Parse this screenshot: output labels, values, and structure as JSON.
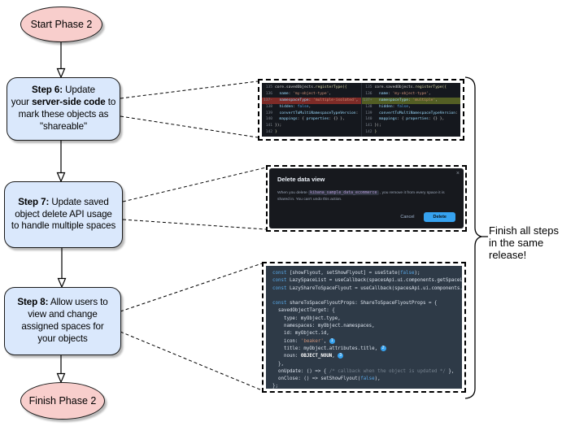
{
  "colors": {
    "step_fill": "#DAE8FC",
    "terminal_fill": "#F8CECC",
    "primary_button": "#36A2EF",
    "diff_removed_bg": "#7E2B27",
    "diff_added_bg": "#535E24",
    "badge": "#36A2EF"
  },
  "flowchart": {
    "start_label": "Start Phase 2",
    "finish_label": "Finish Phase 2",
    "steps": [
      {
        "lines": [
          [
            {
              "t": "Step 6:",
              "b": 1
            },
            {
              "t": " Update",
              "b": 0
            }
          ],
          [
            {
              "t": "your ",
              "b": 0
            },
            {
              "t": "server-side code",
              "b": 1
            },
            {
              "t": " to",
              "b": 0
            }
          ],
          [
            {
              "t": "mark these objects as",
              "b": 0
            }
          ],
          [
            {
              "t": "\"shareable\"",
              "b": 0
            }
          ]
        ]
      },
      {
        "lines": [
          [
            {
              "t": "Step 7:",
              "b": 1
            },
            {
              "t": " Update saved",
              "b": 0
            }
          ],
          [
            {
              "t": "object delete API usage",
              "b": 0
            }
          ],
          [
            {
              "t": "to handle multiple spaces",
              "b": 0
            }
          ]
        ]
      },
      {
        "lines": [
          [
            {
              "t": "Step 8:",
              "b": 1
            },
            {
              "t": " Allow users to",
              "b": 0
            }
          ],
          [
            {
              "t": "view and change",
              "b": 0
            }
          ],
          [
            {
              "t": "assigned spaces for",
              "b": 0
            }
          ],
          [
            {
              "t": "your objects",
              "b": 0
            }
          ]
        ]
      }
    ],
    "note_lines": [
      "Finish all steps",
      "in the same",
      "release!"
    ]
  },
  "diff": {
    "left": {
      "rows": [
        {
          "n": "135",
          "tokens": [
            {
              "t": "core.savedObjects.",
              "c": "fg"
            },
            {
              "t": "registerType",
              "c": "fn"
            },
            {
              "t": "({",
              "c": "fn"
            }
          ]
        },
        {
          "n": "136",
          "tokens": [
            {
              "t": "  name",
              "c": "prop"
            },
            {
              "t": ": ",
              "c": "fg"
            },
            {
              "t": "'my-object-type'",
              "c": "str"
            },
            {
              "t": ",",
              "c": "fg"
            }
          ]
        },
        {
          "n": "137-",
          "hl": "removed",
          "tokens": [
            {
              "t": "  namespaceType",
              "c": "prop"
            },
            {
              "t": ": ",
              "c": "fg"
            },
            {
              "t": "'multiple-isolated'",
              "c": "str"
            },
            {
              "t": ",",
              "c": "fg"
            }
          ]
        },
        {
          "n": "138",
          "tokens": [
            {
              "t": "  hidden",
              "c": "prop"
            },
            {
              "t": ": ",
              "c": "fg"
            },
            {
              "t": "false",
              "c": "kw"
            },
            {
              "t": ",",
              "c": "fg"
            }
          ]
        },
        {
          "n": "139",
          "tokens": [
            {
              "t": "  convertToMultiNamespaceTypeVersion",
              "c": "prop"
            },
            {
              "t": ": '",
              "c": "fg"
            }
          ]
        },
        {
          "n": "140",
          "tokens": [
            {
              "t": "  mappings",
              "c": "prop"
            },
            {
              "t": ": { ",
              "c": "fg"
            },
            {
              "t": "properties",
              "c": "prop"
            },
            {
              "t": ": {} },",
              "c": "fg"
            }
          ]
        },
        {
          "n": "141",
          "tokens": [
            {
              "t": "});",
              "c": "fg"
            }
          ]
        },
        {
          "n": "142",
          "tokens": [
            {
              "t": "}",
              "c": "fn"
            }
          ]
        }
      ]
    },
    "right": {
      "rows": [
        {
          "n": "135",
          "tokens": [
            {
              "t": "core.savedObjects.",
              "c": "fg"
            },
            {
              "t": "registerType",
              "c": "fn"
            },
            {
              "t": "({",
              "c": "fn"
            }
          ]
        },
        {
          "n": "136",
          "tokens": [
            {
              "t": "  name",
              "c": "prop"
            },
            {
              "t": ": ",
              "c": "fg"
            },
            {
              "t": "'my-object-type'",
              "c": "str"
            },
            {
              "t": ",",
              "c": "fg"
            }
          ]
        },
        {
          "n": "137+",
          "hl": "added",
          "tokens": [
            {
              "t": "  namespaceType",
              "c": "prop"
            },
            {
              "t": ": ",
              "c": "fg"
            },
            {
              "t": "'multiple'",
              "c": "str"
            },
            {
              "t": ",",
              "c": "fg"
            }
          ]
        },
        {
          "n": "138",
          "tokens": [
            {
              "t": "  hidden",
              "c": "prop"
            },
            {
              "t": ": ",
              "c": "fg"
            },
            {
              "t": "false",
              "c": "kw"
            },
            {
              "t": ",",
              "c": "fg"
            }
          ]
        },
        {
          "n": "139",
          "tokens": [
            {
              "t": "  convertToMultiNamespaceTypeVersion",
              "c": "prop"
            },
            {
              "t": ": '",
              "c": "fg"
            }
          ]
        },
        {
          "n": "140",
          "tokens": [
            {
              "t": "  mappings",
              "c": "prop"
            },
            {
              "t": ": { ",
              "c": "fg"
            },
            {
              "t": "properties",
              "c": "prop"
            },
            {
              "t": ": {} },",
              "c": "fg"
            }
          ]
        },
        {
          "n": "141",
          "tokens": [
            {
              "t": "});",
              "c": "fg"
            }
          ]
        },
        {
          "n": "142",
          "tokens": [
            {
              "t": "}",
              "c": "fn"
            }
          ]
        }
      ]
    }
  },
  "modal": {
    "title": "Delete data view",
    "close_icon": "×",
    "body": [
      {
        "t": "When you delete ",
        "c": "mfg"
      },
      {
        "t": "kibana_sample_data_ecommerce",
        "c": "chip"
      },
      {
        "t": " , you remove it from every space it is shared in. You can't undo this action.",
        "c": "mfg"
      }
    ],
    "cancel_label": "Cancel",
    "delete_label": "Delete"
  },
  "code": {
    "lines": [
      [
        {
          "t": "const",
          "c": "kw"
        },
        {
          "t": " [showFlyout, setShowFlyout] = useState(",
          "c": "fg"
        },
        {
          "t": "false",
          "c": "kw"
        },
        {
          "t": ");",
          "c": "fg"
        }
      ],
      [
        {
          "t": "const",
          "c": "kw"
        },
        {
          "t": " LazySpaceList = useCallback(spacesApi.ui.components.getSpaceLis",
          "c": "fg"
        }
      ],
      [
        {
          "t": "const",
          "c": "kw"
        },
        {
          "t": " LazyShareToSpaceFlyout = useCallback(spacesApi.ui.components.ge",
          "c": "fg"
        }
      ],
      [],
      [
        {
          "t": "const",
          "c": "kw"
        },
        {
          "t": " shareToSpaceFlyoutProps: ShareToSpaceFlyoutProps = {",
          "c": "fg"
        }
      ],
      [
        {
          "t": "  savedObjectTarget: {",
          "c": "fg"
        }
      ],
      [
        {
          "t": "    type: myObject.type,",
          "c": "fg"
        }
      ],
      [
        {
          "t": "    namespaces: myObject.namespaces,",
          "c": "fg"
        }
      ],
      [
        {
          "t": "    id: myObject.id,",
          "c": "fg"
        }
      ],
      [
        {
          "t": "    icon: ",
          "c": "fg"
        },
        {
          "t": "'beaker'",
          "c": "str"
        },
        {
          "t": ", ",
          "c": "fg"
        },
        {
          "t": "1",
          "c": "badge"
        }
      ],
      [
        {
          "t": "    title: myObject.attributes.title, ",
          "c": "fg"
        },
        {
          "t": "2",
          "c": "badge"
        }
      ],
      [
        {
          "t": "    noun: ",
          "c": "fg"
        },
        {
          "t": "OBJECT_NOUN",
          "c": "bold"
        },
        {
          "t": ", ",
          "c": "fg"
        },
        {
          "t": "3",
          "c": "badge"
        }
      ],
      [
        {
          "t": "  },",
          "c": "fg"
        }
      ],
      [
        {
          "t": "  onUpdate: () => { ",
          "c": "fg"
        },
        {
          "t": "/* callback when the object is updated */",
          "c": "cmt"
        },
        {
          "t": " },",
          "c": "fg"
        }
      ],
      [
        {
          "t": "  onClose: () => setShowFlyout(",
          "c": "fg"
        },
        {
          "t": "false",
          "c": "kw"
        },
        {
          "t": "),",
          "c": "fg"
        }
      ],
      [
        {
          "t": "};",
          "c": "fg"
        }
      ]
    ]
  }
}
